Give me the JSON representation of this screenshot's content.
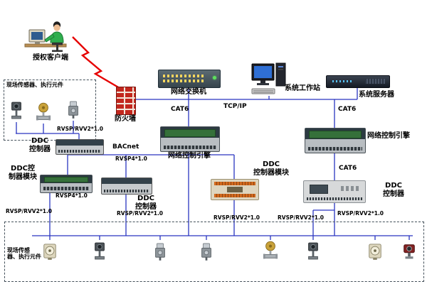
{
  "nodes": {
    "client": {
      "label": "授权客户端"
    },
    "firewall": {
      "label": "防火墙"
    },
    "switch": {
      "label": "网络交换机"
    },
    "workstation": {
      "label": "系统工作站"
    },
    "server": {
      "label": "系统服务器"
    },
    "engine_left": {
      "label": "网络控制引擎"
    },
    "engine_right": {
      "label": "网络控制引擎"
    },
    "ddc_left": {
      "label": "DDC\n控制器"
    },
    "module_left": {
      "label": "DDC控\n制器模块"
    },
    "ddc_mid": {
      "label": "DDC\n控制器"
    },
    "module_center": {
      "label": "DDC\n控制器模块"
    },
    "ddc_right": {
      "label": "DDC\n控制器"
    }
  },
  "links": {
    "tcpip": "TCP/IP",
    "cat6_switch": "CAT6",
    "cat6_server": "CAT6",
    "cat6_engine_right": "CAT6",
    "bacnet": "BACnet",
    "rvsp4_bus": "RVSP4*1.0",
    "rvsp4_left": "RVSP4*1.0",
    "rvsp_field_top": "RVSP/RVV2*1.0",
    "rvsp_b1": "RVSP/RVV2*1.0",
    "rvsp_b2": "RVSP/RVV2*1.0",
    "rvsp_b3": "RVSP/RVV2*1.0",
    "rvsp_b4": "RVSP/RVV2*1.0",
    "rvsp_b5": "RVSP/RVV2*1.0"
  },
  "zones": {
    "field_top": {
      "label": "现场传感器、执行元件"
    },
    "field_bottom": {
      "label": "现场传感\n器、执行元件"
    }
  },
  "icons": {
    "client-computer-icon": "person-at-desk svg shape",
    "lightning-link-icon": "red zigzag polyline",
    "firewall-icon": "red brick wall css",
    "network-switch-icon": "dark chassis with port strips",
    "workstation-icon": "monitor + tower + keyboard svg",
    "server-icon": "dark rack chassis with leds",
    "control-engine-icon": "controller with green pcb and terminals",
    "ddc-controller-icon": "gray controller with terminal strip",
    "io-module-icon": "beige module with orange terminals",
    "thermostat-icon": "beige dial sensor",
    "duct-sensor-icon": "dark lens sensor on stem",
    "pressure-sensor-icon": "gray switch with cap",
    "valve-actuator-icon": "brass actuator on pipe",
    "camera-sensor-icon": "dark red sensor with lens"
  },
  "colors": {
    "line": "#2a35c0",
    "lightning": "#e60000",
    "label": "#000000",
    "zone-border": "#44505a"
  }
}
